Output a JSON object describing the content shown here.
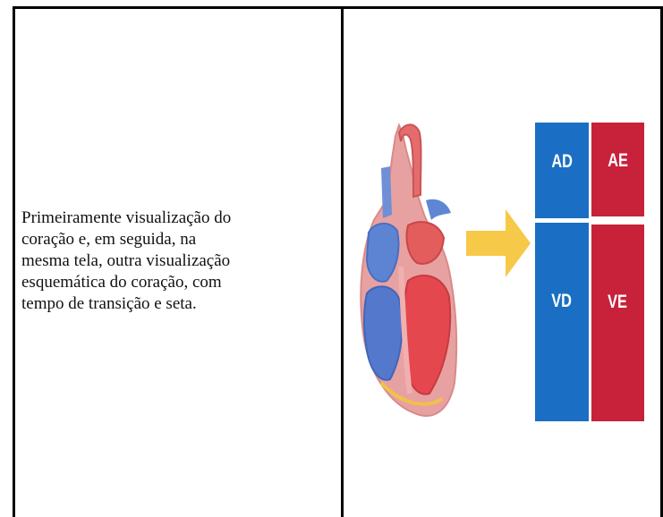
{
  "description_cell": {
    "lines": [
      "Primeiramente visualização do",
      "coração e, em seguida, na",
      "mesma tela, outra visualização",
      "esquemática do coração, com",
      "tempo de transição e seta."
    ]
  },
  "schema": {
    "labels": {
      "ad": "AD",
      "ae": "AE",
      "vd": "VD",
      "ve": "VE"
    }
  },
  "colors": {
    "right_side_blue": "#1a6fc4",
    "left_side_red": "#c8213a",
    "arrow_yellow": "#f7c948",
    "border": "#000000"
  },
  "icons": {
    "heart": "heart-anatomy-illustration",
    "arrow": "right-arrow-icon"
  }
}
